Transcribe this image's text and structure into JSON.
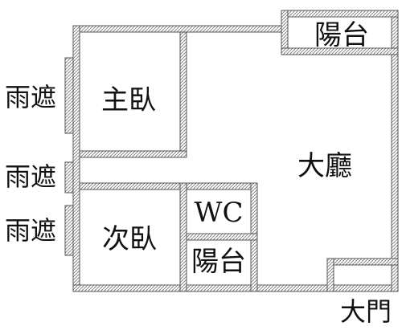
{
  "labels": {
    "master_bedroom": "主臥",
    "living_room": "大廳",
    "balcony_top": "陽台",
    "wc": "WC",
    "balcony_small": "陽台",
    "second_bedroom": "次臥",
    "canopy_1": "雨遮",
    "canopy_2": "雨遮",
    "canopy_3": "雨遮",
    "main_door": "大門"
  },
  "colors": {
    "wall_stroke": "#555555",
    "hatch": "#777777",
    "text": "#111111",
    "background": "#ffffff"
  }
}
